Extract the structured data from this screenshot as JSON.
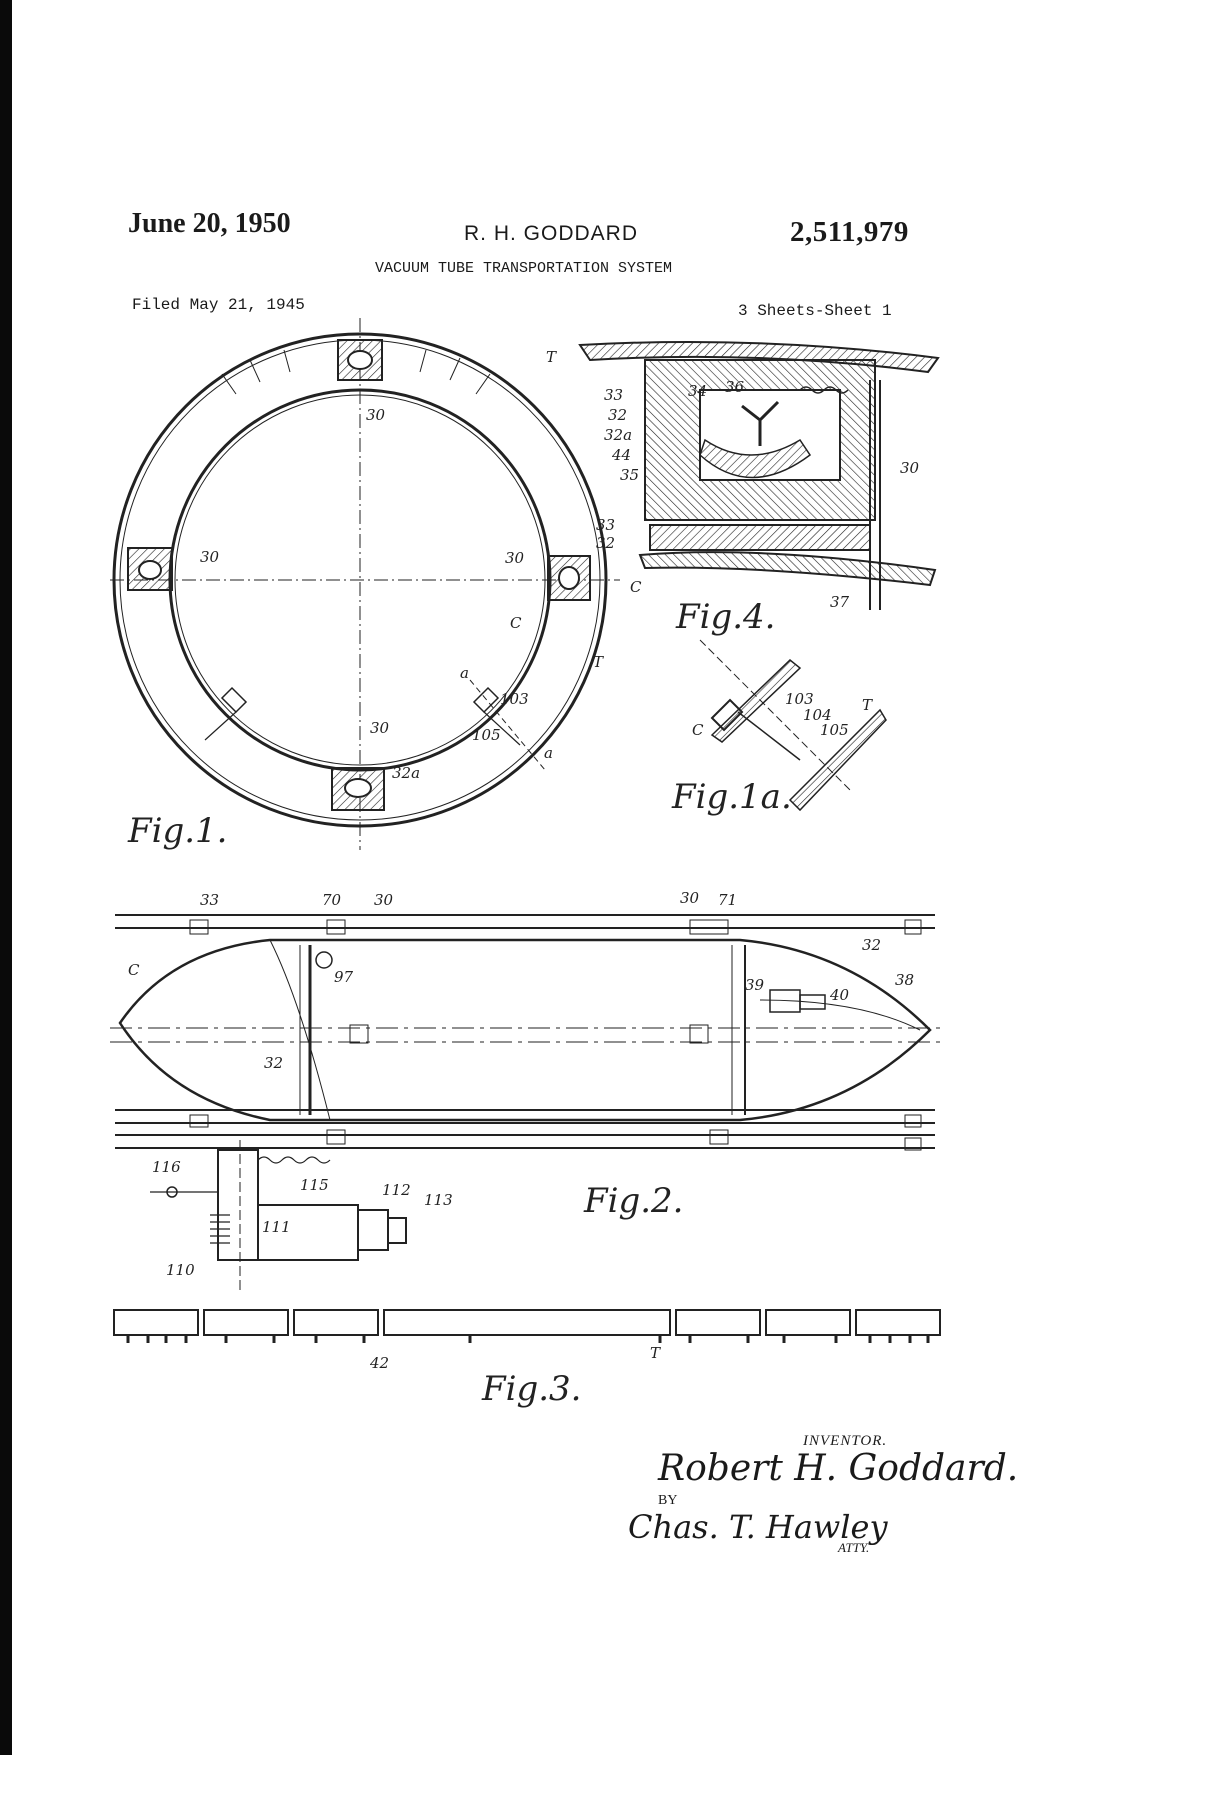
{
  "header": {
    "date": "June 20, 1950",
    "inventor": "R. H. GODDARD",
    "patent_number": "2,511,979",
    "title": "VACUUM TUBE TRANSPORTATION SYSTEM",
    "filed": "Filed May 21, 1945",
    "sheets": "3 Sheets-Sheet 1"
  },
  "figures": {
    "fig1": "Fig.1.",
    "fig1a": "Fig.1a.",
    "fig2": "Fig.2.",
    "fig3": "Fig.3.",
    "fig4": "Fig.4."
  },
  "labels": {
    "n30": "30",
    "n32": "32",
    "n32a": "32a",
    "n33": "33",
    "n34": "34",
    "n35": "35",
    "n36": "36",
    "n37": "37",
    "n38": "38",
    "n39": "39",
    "n40": "40",
    "n42": "42",
    "n44": "44",
    "n70": "70",
    "n71": "71",
    "n97": "97",
    "n103": "103",
    "n104": "104",
    "n105": "105",
    "n110": "110",
    "n111": "111",
    "n112": "112",
    "n113": "113",
    "n115": "115",
    "n116": "116",
    "T": "T",
    "C": "C",
    "a": "a"
  },
  "signature": {
    "caption": "INVENTOR.",
    "inventor_signature": "Robert H. Goddard.",
    "by": "BY",
    "attorney_signature": "Chas. T. Hawley",
    "atty": "ATTY."
  }
}
